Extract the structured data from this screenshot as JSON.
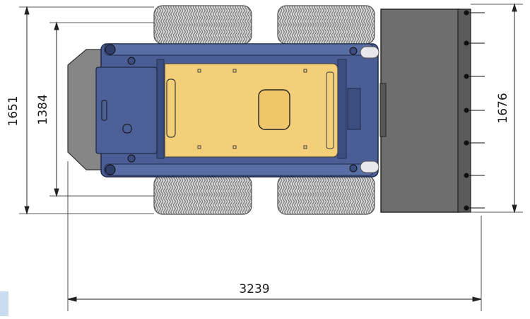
{
  "drawing": {
    "view": "top",
    "subject": "compact skid steer loader with front bucket",
    "colors": {
      "body_blue": "#4a5d94",
      "cab_yellow": "#f3cf79",
      "rear_counterweight": "#868686",
      "bucket": "#6e6e6e",
      "tires": "#cfcfcf",
      "dimension_lines": "#222222"
    }
  },
  "dimensions": {
    "overall_length": "3239",
    "overall_width": "1651",
    "track_width": "1384",
    "bucket_width": "1676"
  }
}
